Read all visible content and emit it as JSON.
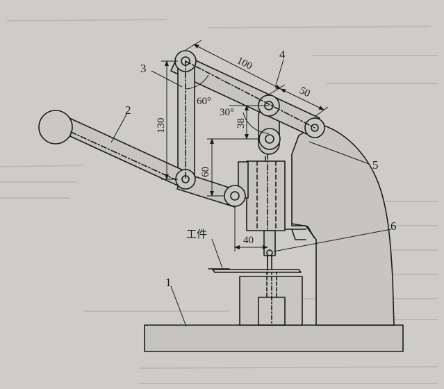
{
  "figure": {
    "part_labels": [
      "1",
      "2",
      "3",
      "4",
      "5",
      "6"
    ],
    "dimensions": {
      "d100": "100",
      "d50": "50",
      "d130": "130",
      "d38": "38",
      "d60": "60",
      "d40": "40",
      "angle60": "60°",
      "angle30": "30°"
    },
    "workpiece_label": "工件"
  },
  "colors": {
    "paper": "#c9c8c3",
    "ink": "#1b1b1b",
    "ghost_text": "#9a9994"
  }
}
